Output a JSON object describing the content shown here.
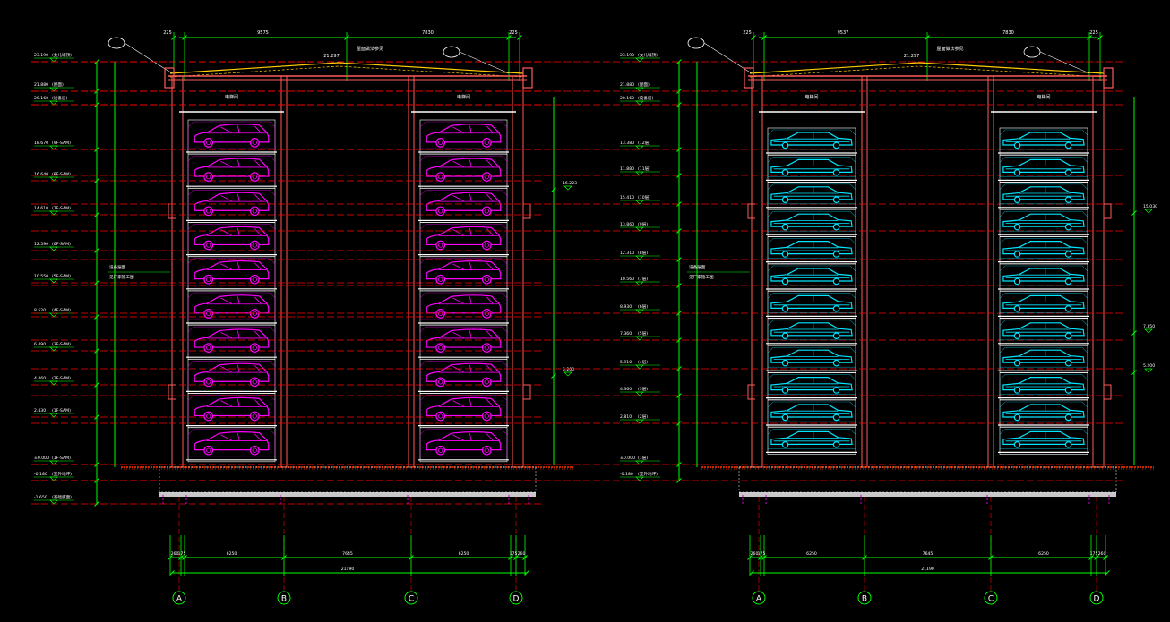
{
  "colors": {
    "background": "#000000",
    "dimension": "#00ff00",
    "level_line": "#ff0000",
    "structure": "#ff5a5a",
    "roof": "#ffcc00",
    "text": "#ffffff",
    "car_left": "#ff00ff",
    "car_right": "#00e5ff",
    "ground": "#ff3300",
    "foundation": "#c8c8c8",
    "pile": "#d000d0",
    "axis_bubble": "#00ff00"
  },
  "left": {
    "top_dims": [
      "225",
      "9575",
      "7830",
      "225"
    ],
    "bottom_dims": [
      "260",
      "175",
      "6250",
      "7645",
      "6250",
      "175",
      "260"
    ],
    "overall_dim": "21190",
    "axes": [
      "A",
      "B",
      "C",
      "D"
    ],
    "space_labels": [
      "电梯间",
      "电梯间"
    ],
    "callout_note_1": "设备层面",
    "callout_note_2": "见厂家施工图",
    "roof_note": "屋面做法参见",
    "roof_tag": "21.297",
    "levels": [
      {
        "value": "23.190",
        "note": "(女儿墙顶)"
      },
      {
        "value": "21.880",
        "note": "(屋面)"
      },
      {
        "value": "20.160",
        "note": "(设备层)"
      },
      {
        "value": "18.670",
        "note": "(9F-SAM)"
      },
      {
        "value": "16.640",
        "note": "(8F-SAM)"
      },
      {
        "value": "14.610",
        "note": "(7F-SAM)"
      },
      {
        "value": "12.590",
        "note": "(6F-SAM)"
      },
      {
        "value": "10.550",
        "note": "(5F-SAM)"
      },
      {
        "value": "8.520",
        "note": "(4F-SAM)"
      },
      {
        "value": "6.490",
        "note": "(3F-SAM)"
      },
      {
        "value": "4.460",
        "note": "(2F-SAM)"
      },
      {
        "value": "2.430",
        "note": "(1F-SAM)"
      },
      {
        "value": "±0.000",
        "note": "(1F-SAM)"
      },
      {
        "value": "-0.180",
        "note": "(室外地坪)"
      },
      {
        "value": "-1.650",
        "note": "(基础底面)"
      }
    ],
    "right_marks": [
      "16.223",
      "5.200"
    ],
    "car_count": 10
  },
  "right": {
    "top_dims": [
      "225",
      "9537",
      "7830",
      "225"
    ],
    "bottom_dims": [
      "260",
      "175",
      "6250",
      "7645",
      "6250",
      "175",
      "260"
    ],
    "overall_dim": "21190",
    "axes": [
      "A",
      "B",
      "C",
      "D"
    ],
    "space_labels": [
      "电梯间",
      "电梯间"
    ],
    "callout_note_1": "设备层面",
    "callout_note_2": "见厂家施工图",
    "roof_note": "屋面做法参见",
    "roof_tag": "21.297",
    "levels": [
      {
        "value": "23.190",
        "note": "(女儿墙顶)"
      },
      {
        "value": "21.880",
        "note": "(屋面)"
      },
      {
        "value": "20.160",
        "note": "(设备层)"
      },
      {
        "value": "13.380",
        "note": "(12层)"
      },
      {
        "value": "11.880",
        "note": "(11层)"
      },
      {
        "value": "15.410",
        "note": "(10层)"
      },
      {
        "value": "13.860",
        "note": "(9层)"
      },
      {
        "value": "12.310",
        "note": "(8层)"
      },
      {
        "value": "10.560",
        "note": "(7层)"
      },
      {
        "value": "8.930",
        "note": "(6层)"
      },
      {
        "value": "7.360",
        "note": "(5层)"
      },
      {
        "value": "5.910",
        "note": "(4层)"
      },
      {
        "value": "4.360",
        "note": "(3层)"
      },
      {
        "value": "2.810",
        "note": "(2层)"
      },
      {
        "value": "±0.000",
        "note": "(1层)"
      },
      {
        "value": "-0.180",
        "note": "(室外地坪)"
      }
    ],
    "right_marks": [
      "15.030",
      "7.350",
      "5.200"
    ],
    "car_count": 12
  }
}
